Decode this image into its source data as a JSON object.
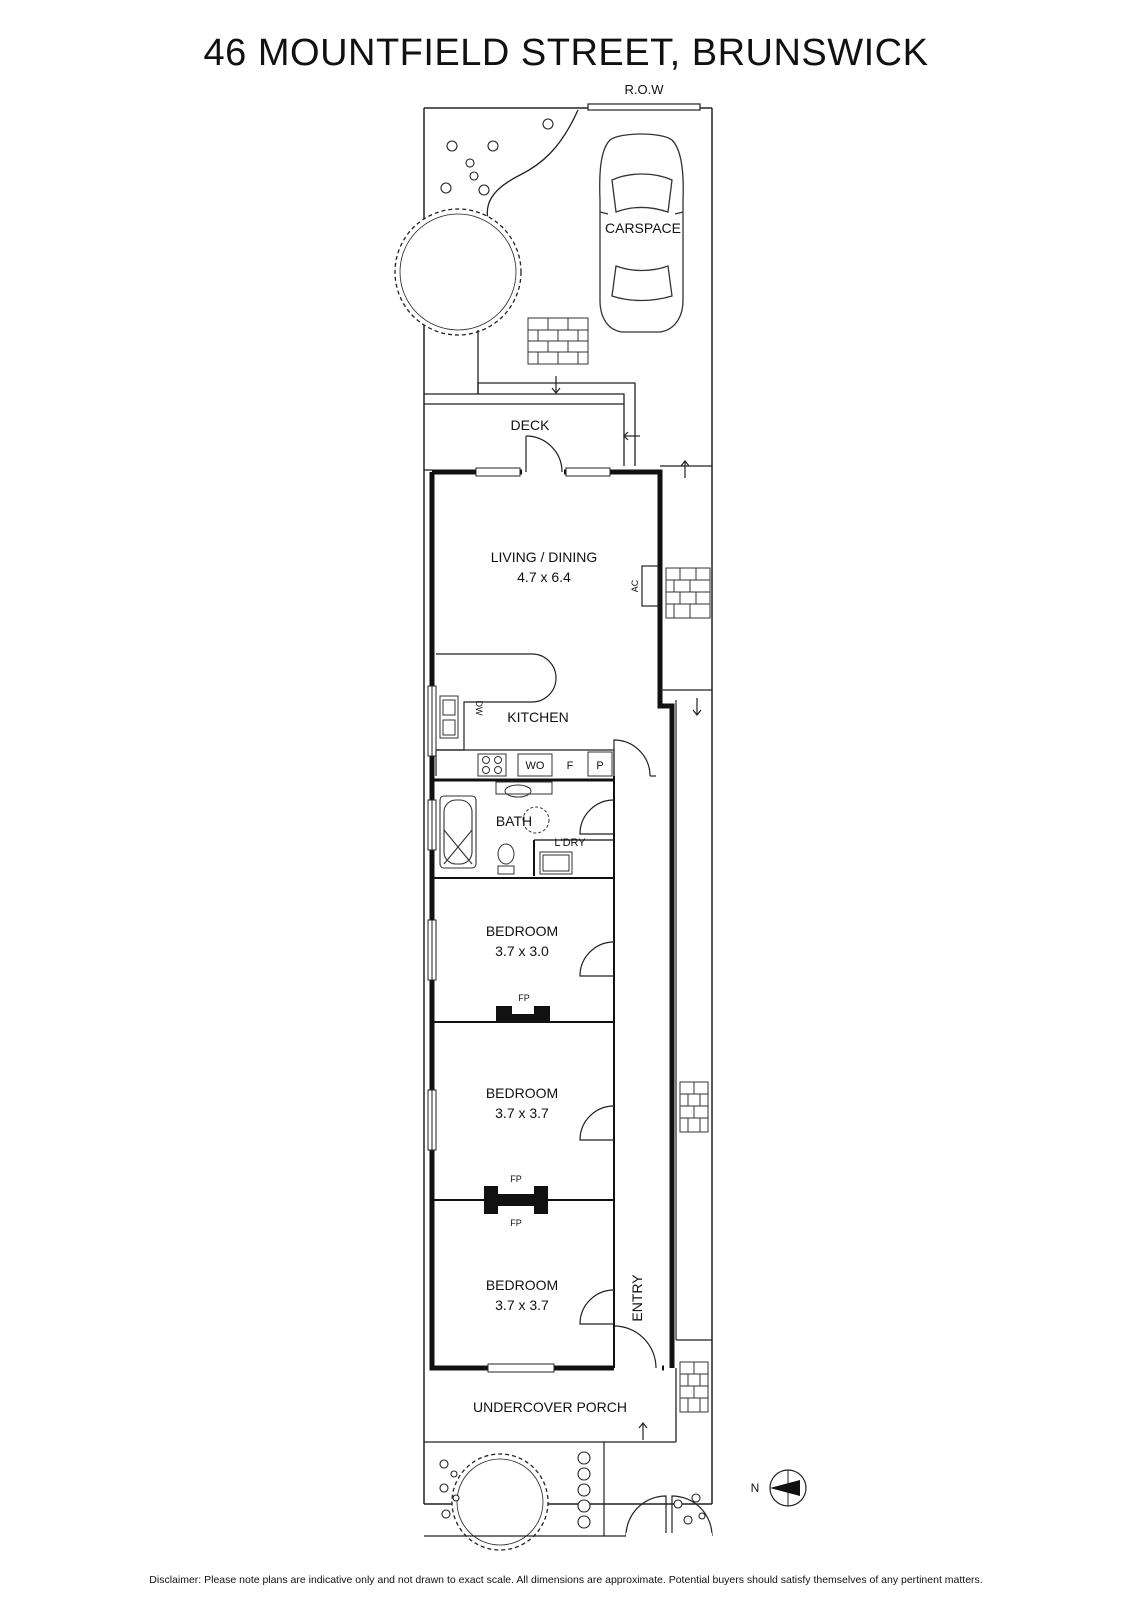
{
  "title": "46 MOUNTFIELD STREET, BRUNSWICK",
  "row_label": "R.O.W",
  "rooms": {
    "carspace": "CARSPACE",
    "deck": "DECK",
    "living_dining": {
      "name": "LIVING / DINING",
      "dims": "4.7 x 6.4"
    },
    "kitchen": "KITCHEN",
    "bath": "BATH",
    "laundry": "L'DRY",
    "bedroom1": {
      "name": "BEDROOM",
      "dims": "3.7 x 3.0"
    },
    "bedroom2": {
      "name": "BEDROOM",
      "dims": "3.7 x 3.7"
    },
    "bedroom3": {
      "name": "BEDROOM",
      "dims": "3.7 x 3.7"
    },
    "entry": "ENTRY",
    "porch": "UNDERCOVER PORCH"
  },
  "fixtures": {
    "ac": "AC",
    "dw": "DW",
    "wo": "WO",
    "fridge": "F",
    "pantry": "P",
    "fireplace": "FP"
  },
  "compass_label": "N",
  "disclaimer": "Disclaimer: Please note plans are indicative only and not drawn to exact scale. All dimensions are approximate. Potential buyers should satisfy themselves of any pertinent matters."
}
